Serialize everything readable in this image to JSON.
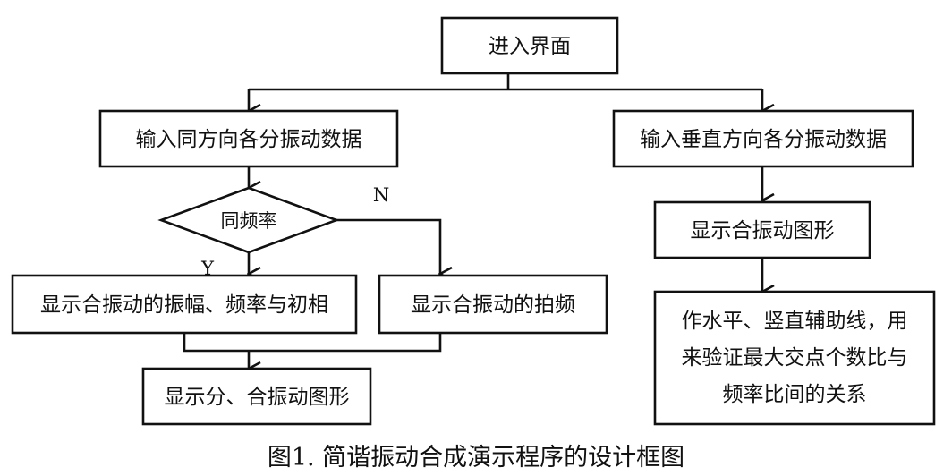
{
  "nodes": {
    "enter": "进入界面",
    "input_same": "输入同方向各分振动数据",
    "input_vertical": "输入垂直方向各分振动数据",
    "decision": "同频率",
    "show_amp": "显示合振动的振幅、频率与初相",
    "show_beat": "显示合振动的拍频",
    "show_parts": "显示分、合振动图形",
    "show_graph": "显示合振动图形",
    "aux_lines": [
      "作水平、竖直辅助线，用",
      "来验证最大交点个数比与",
      "频率比间的关系"
    ]
  },
  "labels": {
    "yes": "Y",
    "no": "N"
  },
  "caption": "图1. 简谐振动合成演示程序的设计框图"
}
